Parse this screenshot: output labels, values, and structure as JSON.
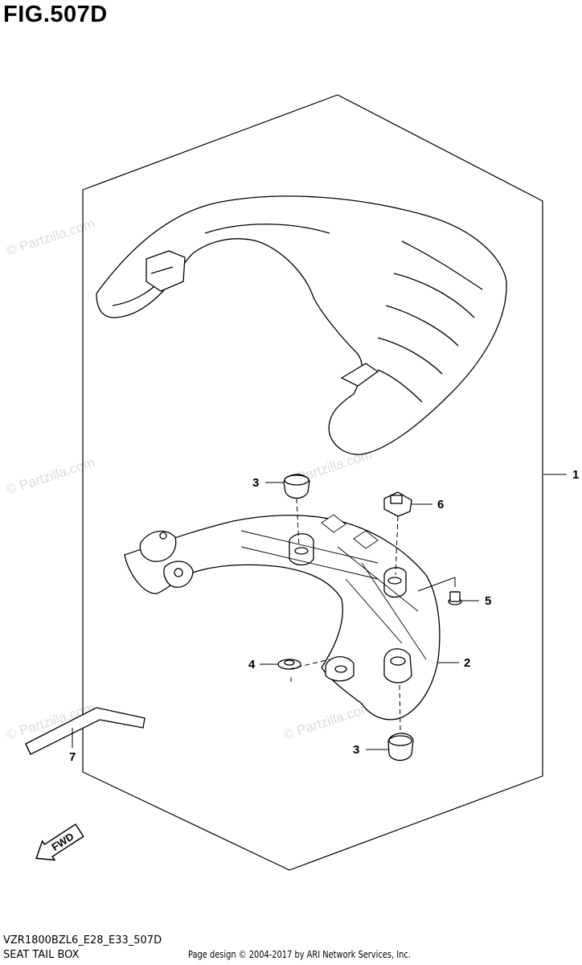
{
  "figure": {
    "title": "FIG.507D"
  },
  "watermark": {
    "text": "© Partzilla.com",
    "color": "#dcdcdc"
  },
  "callouts": [
    {
      "number": "1",
      "part": "seat tail box assembly"
    },
    {
      "number": "2",
      "part": "bracket"
    },
    {
      "number": "3",
      "part": "cushion"
    },
    {
      "number": "4",
      "part": "grommet"
    },
    {
      "number": "5",
      "part": "bolt"
    },
    {
      "number": "6",
      "part": "nut"
    },
    {
      "number": "7",
      "part": "hex wrench"
    },
    {
      "number": "3",
      "part": "cushion"
    }
  ],
  "fwd_arrow": {
    "label": "FWD"
  },
  "footer": {
    "model_code": "VZR1800BZL6_E28_E33_507D",
    "section_name": "SEAT TAIL BOX",
    "credit": "Page design © 2004-2017 by ARI Network Services, Inc."
  }
}
